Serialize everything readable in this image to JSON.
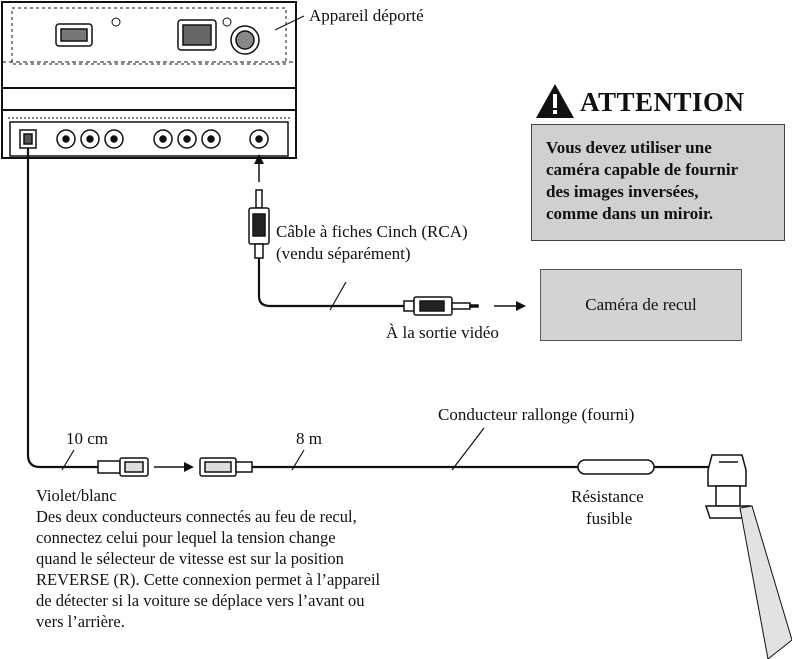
{
  "remote_unit_label": "Appareil déporté",
  "caution": {
    "title": "ATTENTION",
    "lines": [
      "Vous devez utiliser une",
      "caméra capable de fournir",
      "des images inversées,",
      "comme dans un miroir."
    ]
  },
  "rca_cable": {
    "line1": "Câble à fiches Cinch (RCA)",
    "line2": "(vendu séparément)"
  },
  "camera": {
    "label": "Caméra de recul"
  },
  "video_output_label": "À la sortie vidéo",
  "lead": {
    "short_length": "10 cm",
    "long_length": "8 m",
    "extension_label": "Conducteur rallonge (fourni)"
  },
  "fuse": {
    "line1": "Résistance",
    "line2": "fusible"
  },
  "note": {
    "title": "Violet/blanc",
    "lines": [
      "Des deux conducteurs connectés au feu de recul,",
      "connectez celui pour lequel la tension change",
      "quand le sélecteur de vitesse est sur la position",
      "REVERSE (R). Cette connexion permet à l’appareil",
      "de détecter si la voiture se déplace vers l’avant ou",
      "vers l’arrière."
    ]
  }
}
